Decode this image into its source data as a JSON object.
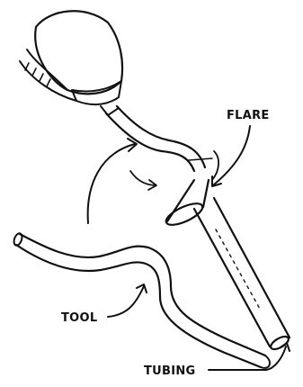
{
  "labels": {
    "flare": "FLARE",
    "tool": "TOOL",
    "tubing": "TUBING"
  },
  "colors": {
    "ink": "#111111",
    "background": "#ffffff"
  }
}
